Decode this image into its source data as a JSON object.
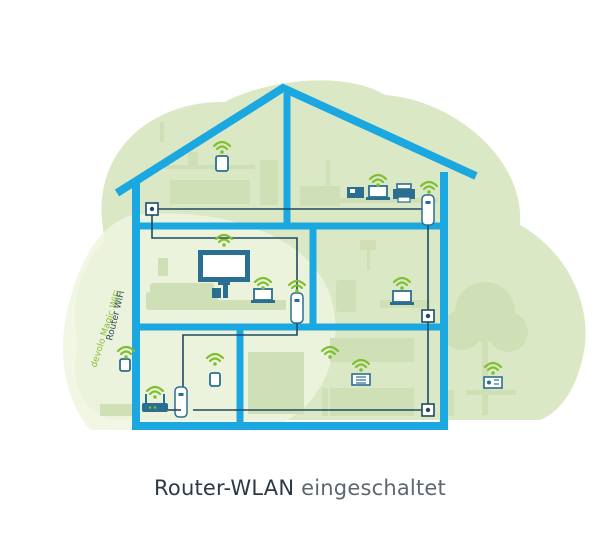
{
  "illustration": {
    "mesh_label": "devolo Magic WiFi",
    "router_label": "Router WiFi"
  },
  "caption": {
    "strong": "Router-WLAN",
    "light": "eingeschaltet"
  },
  "colors": {
    "house_frame": "#1ba7e0",
    "background_blob": "#dbe8c5",
    "furniture": "#cfdfb6",
    "router_zone": "#eef5e1",
    "wifi": "#7fbf2f",
    "cable": "#1f4a62",
    "device": "#2a6f92",
    "label_green": "#8bbd3a",
    "label_dark": "#2c4a57"
  },
  "icons": [
    "wifi-icon",
    "router-icon",
    "powerline-adapter-icon",
    "wall-socket-icon",
    "tv-icon",
    "laptop-icon",
    "printer-icon",
    "phone-icon",
    "radio-icon",
    "smart-speaker-icon",
    "game-console-icon"
  ]
}
